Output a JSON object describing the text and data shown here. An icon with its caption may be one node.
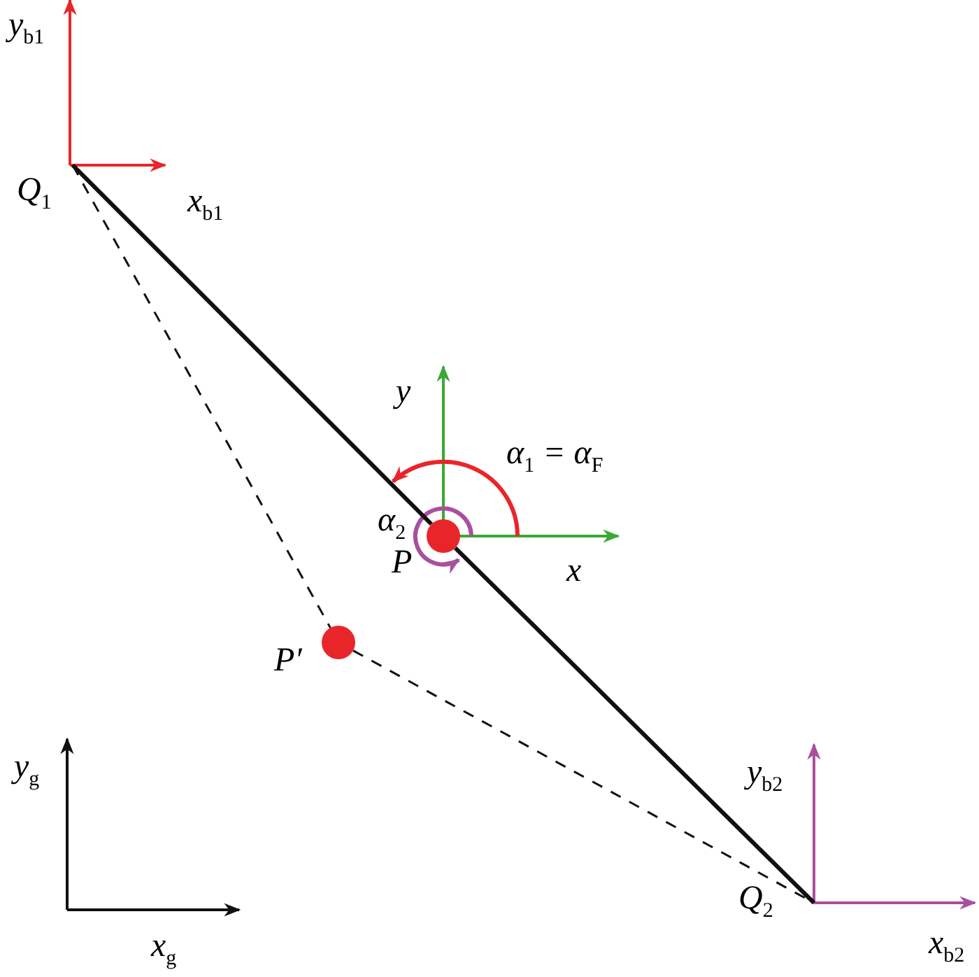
{
  "diagram": {
    "nodes": [
      {
        "text": [
          "Q$_{1}$"
        ]
      },
      {
        "text": [],
        "shape": "circle",
        "beside": [
          "P"
        ]
      },
      {
        "text": [],
        "shape": "circle",
        "beside": [
          "P′"
        ]
      },
      {
        "text": [
          "Q$_{2}$"
        ]
      }
    ],
    "edges": [
      {
        "from": 0,
        "to": 1,
        "arrow": "none",
        "style": "thick"
      },
      {
        "from": 1,
        "to": 3,
        "arrow": "none",
        "style": "thick"
      },
      {
        "from": 0,
        "to": 2,
        "arrow": "none",
        "style": "dashed"
      },
      {
        "from": 2,
        "to": 3,
        "arrow": "none",
        "style": "dashed"
      }
    ],
    "labels": [
      "y$_{b1}$",
      "x$_{b1}$",
      "y",
      "α$_{1}$ = α$_{F}$",
      "α$_{2}$",
      "x",
      "y$_{g}$",
      "y$_{b2}$",
      "x$_{g}$",
      "x$_{b2}$"
    ]
  }
}
